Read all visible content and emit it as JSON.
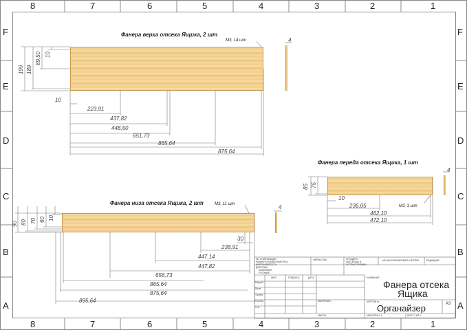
{
  "border": {
    "columns": [
      "8",
      "7",
      "6",
      "5",
      "4",
      "3",
      "2",
      "1"
    ],
    "rows": [
      "F",
      "E",
      "D",
      "C",
      "B",
      "A"
    ]
  },
  "parts": {
    "top": {
      "title": "Фанера верха отсека Ящика, 2 шт",
      "screw": "М3, 14 шт",
      "thickness": "4",
      "height_dims": [
        "199",
        "189",
        "89,50",
        "10"
      ],
      "length_dims": [
        "10",
        "223,91",
        "437,82",
        "448,50",
        "651,73",
        "865,64",
        "875,64"
      ]
    },
    "front": {
      "title": "Фанера переда отсека Ящика, 1 шт",
      "thickness": "4",
      "height_dims": [
        "85",
        "75"
      ],
      "length_dims": [
        "10",
        "236,05",
        "462,10",
        "472,10"
      ],
      "screw": "М3, 3 шт"
    },
    "bottom": {
      "title": "Фанера низа отсека Ящика, 2 шт",
      "screw": "М3, 11 шт",
      "thickness": "4",
      "height_dims": [
        "90",
        "80",
        "70",
        "60",
        "10"
      ],
      "length_dims": [
        "30",
        "238,91",
        "447,14",
        "447,82",
        "656,73",
        "865,64",
        "875,64",
        "895,64"
      ]
    }
  },
  "title_block": {
    "name_line1": "Фанера отсека",
    "name_line2": "Ящика",
    "project": "Органайзер",
    "format": "А3",
    "cells": {
      "c1": "ПО УНИФИКАЦИИ",
      "c2": "РАЗМЕРЫ В МИЛЛИМЕТРАХ",
      "c3": "ШЕРОХОВАТОСТЬ",
      "c4": "ДОПУСКИ:",
      "c5": "ЛИНЕЙНЫЕ",
      "c6": "УГЛОВЫЕ",
      "c7": "ОБРАБОТКА",
      "c8": "СГЛАДИТЬ",
      "c9": "ЗАУСЕНЦЫ И",
      "c10": "ОСТРЫЕ КРОМКИ",
      "c11": "НЕ МАСШТАБИРОВАТЬ ЧЕРТЕЖ",
      "c12": "РЕДАКЦИЯ",
      "c13": "ИМЯ",
      "c14": "ПОДПИСЬ",
      "c15": "ДАТА",
      "c16": "Разраб.",
      "c17": "Пров.",
      "c18": "Т.контр.",
      "c19": "Н.контр.",
      "c20": "Утв.",
      "c21": "МАТЕРИАЛ:",
      "c22": "МАССА:",
      "c23": "НАЗВАНИЕ:",
      "c24": "ЧЕРТЕЖ №",
      "c25": "МАСШТАБ:1:1",
      "c26": "ЛИСТ 1 ИЗ 1"
    }
  }
}
